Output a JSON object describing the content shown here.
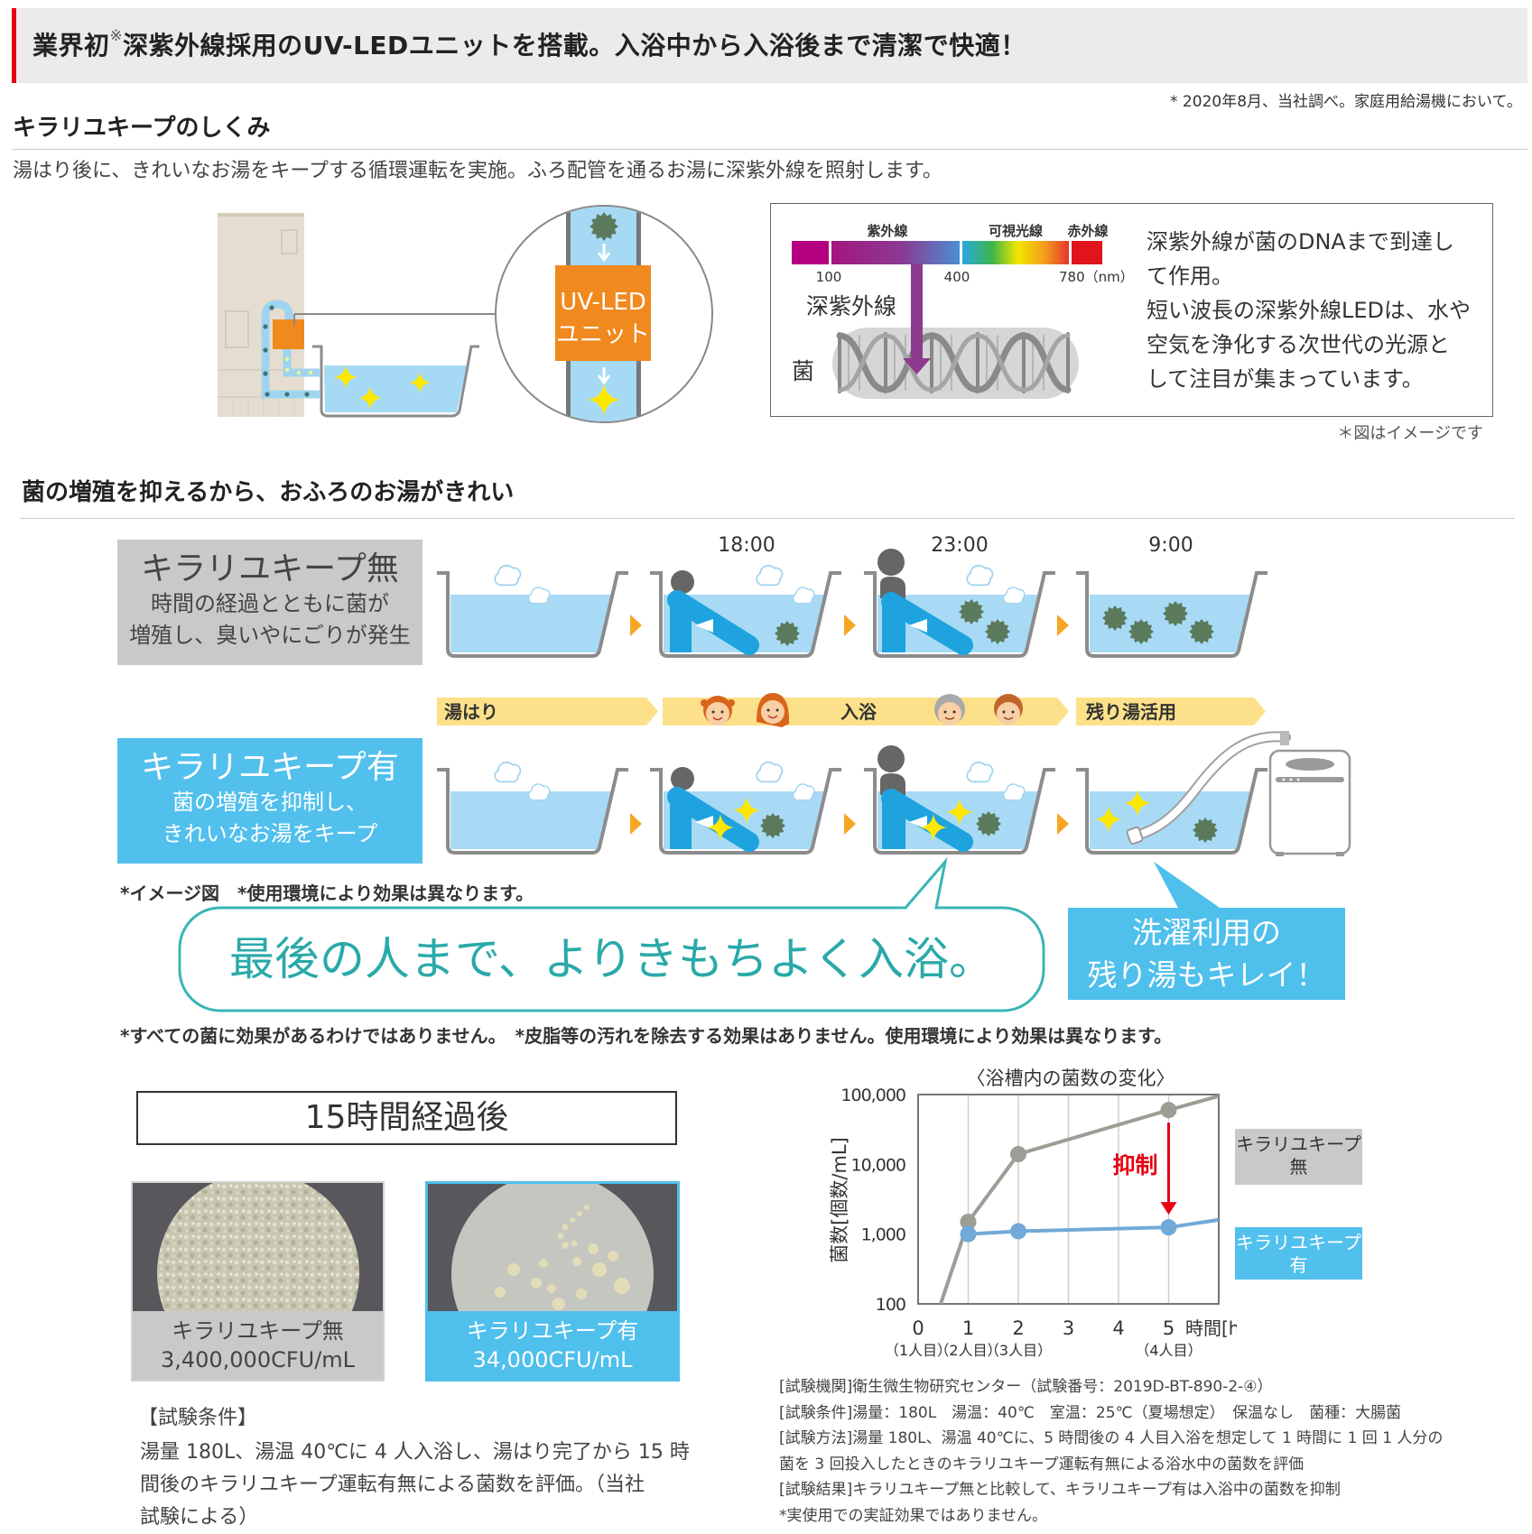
{
  "header": {
    "title_prefix": "業界初",
    "title_mark": "※",
    "title_main": "深紫外線採用のUV-LEDユニットを搭載。入浴中から入浴後まで清潔で快適！",
    "accent_color": "#e60012",
    "footnote": "* 2020年8月、当社調べ。家庭用給湯機において。"
  },
  "mechanism": {
    "heading": "キラリユキープのしくみ",
    "description": "湯はり後に、きれいなお湯をキープする循環運転を実施。ふろ配管を通るお湯に深紫外線を照射します。",
    "unit_label_line1": "UV-LED",
    "unit_label_line2": "ユニット",
    "spectrum": {
      "uv_label": "紫外線",
      "visible_label": "可視光線",
      "ir_label": "赤外線",
      "tick_100": "100",
      "tick_400": "400",
      "tick_780": "780（nm）"
    },
    "deep_uv_label": "深紫外線",
    "bacteria_label": "菌",
    "explanation_lines": [
      "深紫外線が菌のDNAまで到達し",
      "て作用。",
      "短い波長の深紫外線LEDは、水や",
      "空気を浄化する次世代の光源と",
      "して注目が集まっています。"
    ],
    "image_note": "＊図はイメージです"
  },
  "comparison": {
    "heading": "菌の増殖を抑えるから、おふろのお湯がきれい",
    "times": [
      "18:00",
      "23:00",
      "9:00"
    ],
    "without": {
      "title": "キラリユキープ無",
      "desc": [
        "時間の経過とともに菌が",
        "増殖し、臭いやにごりが発生"
      ]
    },
    "with": {
      "title": "キラリユキープ有",
      "desc": [
        "菌の増殖を抑制し、",
        "きれいなお湯をキープ"
      ]
    },
    "timeline": [
      "湯はり",
      "入浴",
      "残り湯活用"
    ],
    "image_note": "*イメージ図　*使用環境により効果は異なります。",
    "bubble_text": "最後の人まで、よりきもちよく入浴。",
    "callout_lines": [
      "洗濯利用の",
      "残り湯もキレイ！"
    ],
    "disclaimer": "*すべての菌に効果があるわけではありません。　*皮脂等の汚れを除去する効果はありません。使用環境により効果は異なります。",
    "colors": {
      "without_box": "#c9c9c9",
      "with_box": "#52c0ec",
      "water": "#a8daf5",
      "timeline": "#fde18a",
      "bubble": "#3ab5b5",
      "bacteria": "#5b7a5c",
      "sparkle": "#ffe800"
    }
  },
  "results": {
    "title": "15時間経過後",
    "samples": [
      {
        "label": "キラリユキープ無",
        "value": "3,400,000CFU/mL"
      },
      {
        "label": "キラリユキープ有",
        "value": "34,000CFU/mL"
      }
    ],
    "conditions_title": "【試験条件】",
    "conditions_lines": [
      "湯量 180L、湯温 40℃に 4 人入浴し、湯はり完了から 15 時",
      "間後のキラリユキープ運転有無による菌数を評価。（当社",
      "試験による）"
    ]
  },
  "chart_data": {
    "type": "line",
    "title": "〈浴槽内の菌数の変化〉",
    "xlabel": "時間[h]",
    "ylabel": "菌数[個数/mL]",
    "yscale": "log",
    "xlim": [
      0,
      6
    ],
    "ylim": [
      100,
      100000
    ],
    "xticks": [
      0,
      1,
      2,
      3,
      4,
      5
    ],
    "xtick_labels": [
      "0",
      "1",
      "2",
      "3",
      "4",
      "5"
    ],
    "xtick_sublabels": [
      {
        "x": 0,
        "label": "（1人目）"
      },
      {
        "x": 1,
        "label": "（2人目）"
      },
      {
        "x": 2,
        "label": "（3人目）"
      },
      {
        "x": 5,
        "label": "（4人目）"
      }
    ],
    "yticks": [
      100,
      1000,
      10000,
      100000
    ],
    "ytick_labels": [
      "100",
      "1,000",
      "10,000",
      "100,000"
    ],
    "grid": {
      "x": true,
      "y": false
    },
    "series": [
      {
        "name": "キラリユキープ無",
        "color": "#9c9d94",
        "points": [
          [
            0.45,
            100
          ],
          [
            1,
            1500
          ],
          [
            2,
            14000
          ],
          [
            5,
            60000
          ],
          [
            6,
            95000
          ]
        ],
        "markers": [
          1,
          2,
          5
        ]
      },
      {
        "name": "キラリユキープ有",
        "color": "#71a9d8",
        "points": [
          [
            1,
            1000
          ],
          [
            2,
            1100
          ],
          [
            5,
            1250
          ],
          [
            6,
            1600
          ]
        ],
        "markers": [
          1,
          2,
          5
        ]
      }
    ],
    "annotations": [
      {
        "type": "arrow",
        "text": "抑制",
        "x": 5,
        "from": 60000,
        "to": 1250,
        "color": "#e60012"
      }
    ],
    "legend": {
      "position": "right",
      "entries": [
        {
          "lines": [
            "キラリユキープ",
            "無"
          ],
          "bg": "#c9c9c9",
          "fg": "#333333"
        },
        {
          "lines": [
            "キラリユキープ",
            "有"
          ],
          "bg": "#52c0ec",
          "fg": "#ffffff"
        }
      ]
    }
  },
  "chart_notes": [
    "[試験機関]衛生微生物研究センター（試験番号：2019D-BT-890-2-④）",
    "[試験条件]湯量：180L　湯温：40℃　室温：25℃（夏場想定）　保温なし　菌種：大腸菌",
    "[試験方法]湯量 180L、湯温 40℃に、5 時間後の 4 人目入浴を想定して 1 時間に 1 回 1 人分の",
    "菌を 3 回投入したときのキラリユキープ運転有無による浴水中の菌数を評価",
    "[試験結果]キラリユキープ無と比較して、キラリユキープ有は入浴中の菌数を抑制",
    "*実使用での実証効果ではありません。"
  ]
}
